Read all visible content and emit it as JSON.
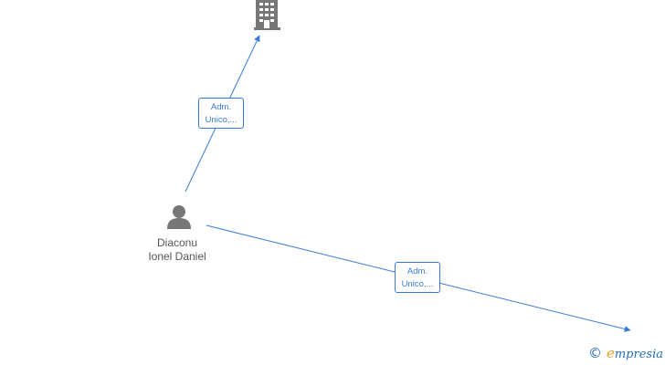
{
  "person": {
    "name_line1": "Diaconu",
    "name_line2": "Ionel Daniel",
    "icon": "person-icon"
  },
  "companies": [
    {
      "icon": "building-icon"
    },
    {
      "icon": "building-icon"
    }
  ],
  "relations": [
    {
      "line1": "Adm.",
      "line2": "Unico,..."
    },
    {
      "line1": "Adm.",
      "line2": "Unico,..."
    }
  ],
  "brand": {
    "copyright": "©",
    "initial": "e",
    "rest": "mpresia"
  },
  "colors": {
    "edge": "#3a7bd5",
    "node_icon": "#777777",
    "label_text": "#555555",
    "brand_blue": "#1f6fb5",
    "brand_orange": "#f0a020"
  }
}
